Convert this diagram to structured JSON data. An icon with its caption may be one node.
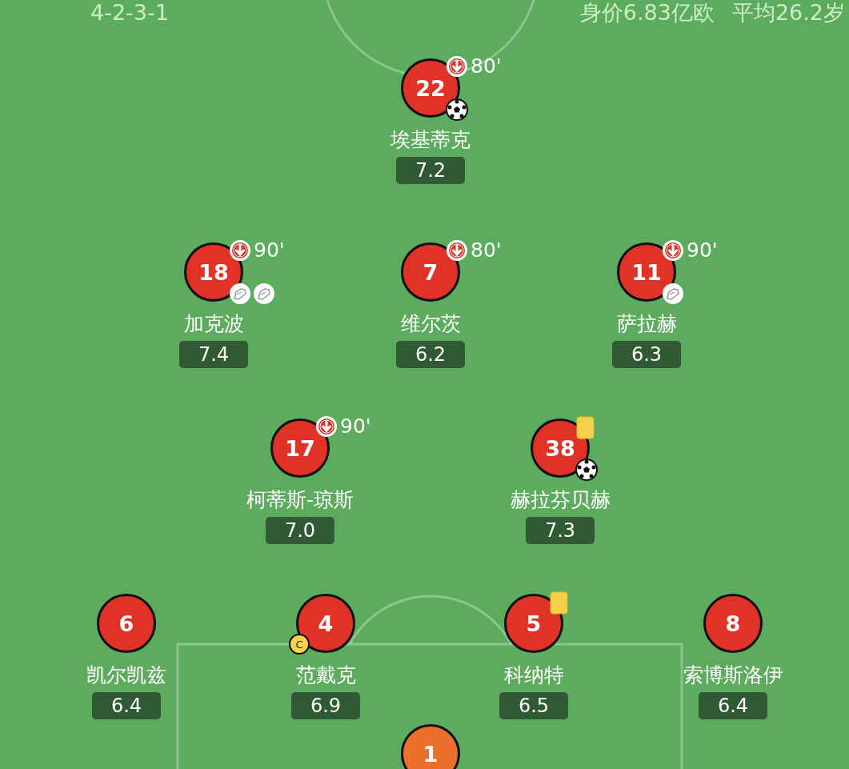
{
  "diagram": {
    "nodes": [
      {
        "text": [
          "22"
        ],
        "beside": [
          "80'",
          "埃基蒂克",
          "7.2"
        ]
      },
      {
        "text": [
          "18"
        ],
        "beside": [
          "90'",
          "加克波",
          "7.4"
        ]
      },
      {
        "text": [
          "7"
        ],
        "beside": [
          "80'",
          "维尔茨",
          "6.2"
        ]
      },
      {
        "text": [
          "11"
        ],
        "beside": [
          "90'",
          "萨拉赫",
          "6.3"
        ]
      },
      {
        "text": [
          "17"
        ],
        "beside": [
          "90'",
          "柯蒂斯-琼斯",
          "7.0"
        ]
      },
      {
        "text": [
          "38"
        ],
        "beside": [
          "赫拉芬贝赫",
          "7.3"
        ]
      },
      {
        "text": [
          "6"
        ],
        "beside": [
          "凯尔凯兹",
          "6.4"
        ]
      },
      {
        "text": [
          "4"
        ],
        "beside": [
          "范戴克",
          "6.9"
        ]
      },
      {
        "text": [
          "C"
        ]
      },
      {
        "text": [
          "5"
        ],
        "beside": [
          "科纳特",
          "6.5"
        ]
      },
      {
        "text": [
          "8"
        ],
        "beside": [
          "索博斯洛伊",
          "6.4"
        ]
      },
      {
        "text": [
          "1"
        ]
      }
    ],
    "edges": [],
    "labels": [
      "4-2-3-1",
      "身价6.83亿欧",
      "平均26.2岁"
    ]
  }
}
